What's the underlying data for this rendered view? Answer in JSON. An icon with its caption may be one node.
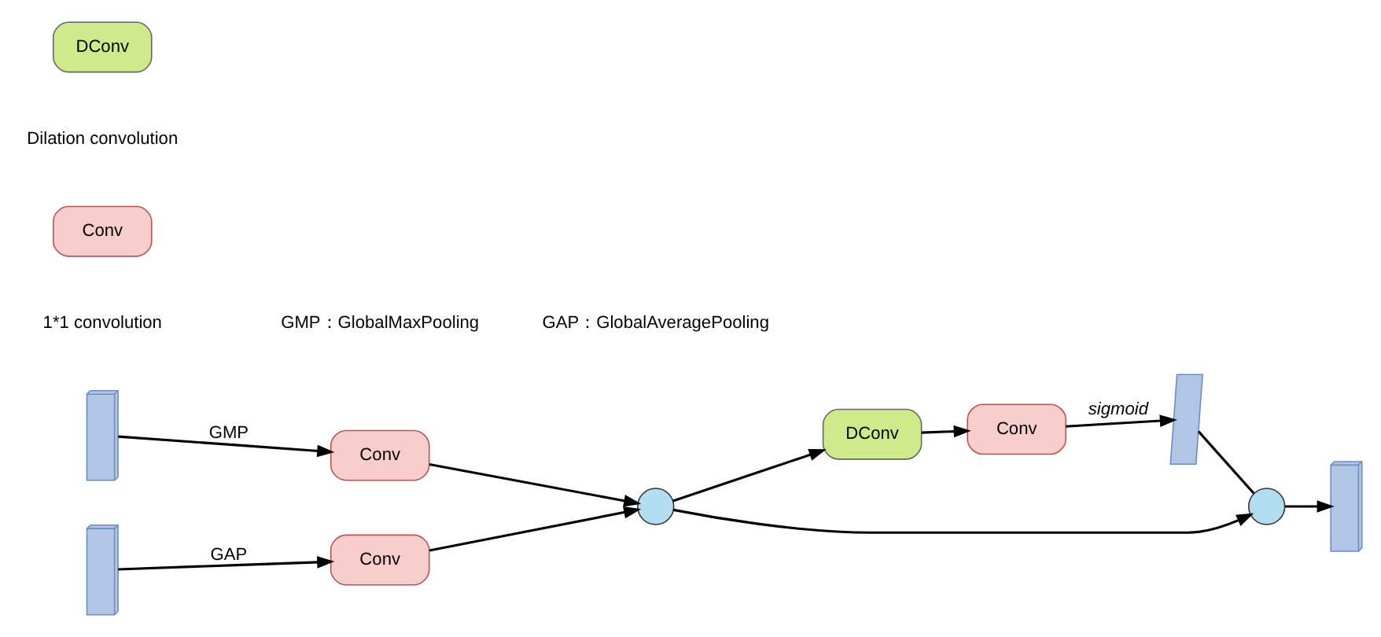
{
  "diagram": {
    "nodes": [
      {
        "text": [],
        "shape": "box"
      },
      {
        "text": [
          "Conv"
        ]
      },
      {
        "text": [],
        "shape": "box"
      },
      {
        "text": [
          "Conv"
        ]
      },
      {
        "text": [],
        "shape": "circle"
      },
      {
        "text": [
          "DConv"
        ]
      },
      {
        "text": [
          "Conv"
        ]
      },
      {
        "text": [],
        "shape": "parallelogram"
      },
      {
        "text": [],
        "shape": "circle"
      },
      {
        "text": [],
        "shape": "box"
      },
      {
        "text": [
          "Conv"
        ],
        "beside": [
          "1*1 convolution"
        ]
      },
      {
        "text": [
          "DConv"
        ],
        "beside": [
          "Dilation convolution"
        ]
      }
    ],
    "edges": [
      {
        "from": 0,
        "to": 1,
        "arrow": "to",
        "label": "GMP"
      },
      {
        "from": 2,
        "to": 3,
        "arrow": "to",
        "label": "GAP"
      },
      {
        "from": 1,
        "to": 4,
        "arrow": "to"
      },
      {
        "from": 3,
        "to": 4,
        "arrow": "to"
      },
      {
        "from": 4,
        "to": 5,
        "arrow": "to"
      },
      {
        "from": 5,
        "to": 6,
        "arrow": "to"
      },
      {
        "from": 6,
        "to": 7,
        "arrow": "to",
        "label": "sigmoid"
      },
      {
        "from": 7,
        "to": 8,
        "arrow": "none"
      },
      {
        "from": 4,
        "to": 8,
        "arrow": "to"
      },
      {
        "from": 8,
        "to": 9,
        "arrow": "to"
      }
    ],
    "labels": [
      "GMP：GlobalMaxPooling",
      "GAP：GlobalAveragePooling"
    ]
  }
}
